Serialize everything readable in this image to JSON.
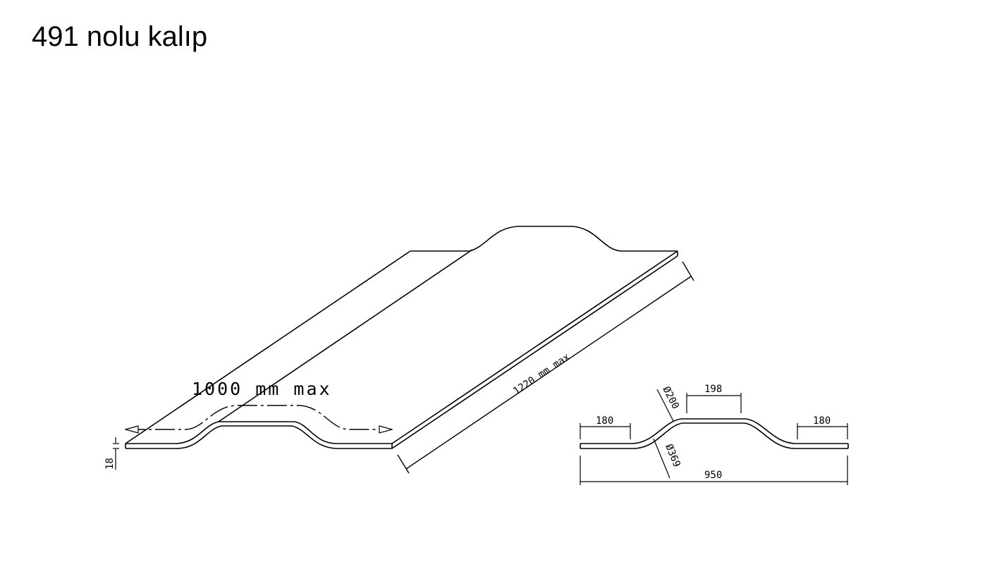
{
  "title": "491 nolu kalıp",
  "colors": {
    "line": "#000000",
    "background": "#ffffff"
  },
  "isometric": {
    "width_label": "1000 mm max",
    "length_label": "1220 mm max",
    "thickness_label": "18"
  },
  "profile": {
    "left_flat": "180",
    "right_flat": "180",
    "top_flat": "198",
    "upper_radius": "Ø200",
    "lower_radius": "Ø369",
    "total_width": "950"
  }
}
